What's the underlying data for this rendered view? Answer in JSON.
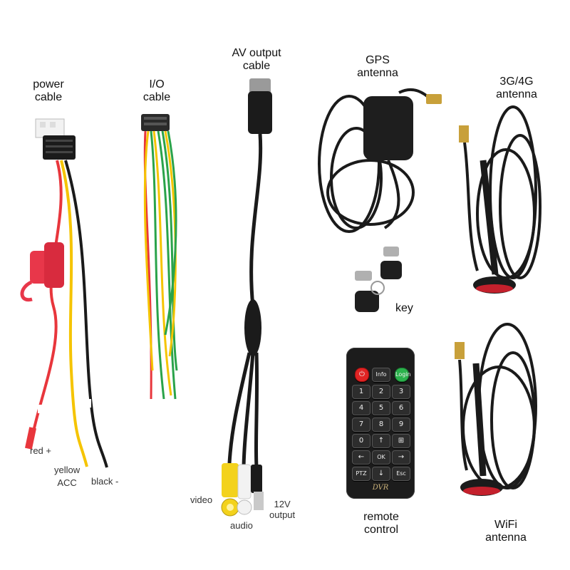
{
  "labels": {
    "power": [
      "power",
      "cable"
    ],
    "io": [
      "I/O",
      "cable"
    ],
    "av": [
      "AV output",
      "cable"
    ],
    "gps": [
      "GPS",
      "antenna"
    ],
    "g34": [
      "3G/4G",
      "antenna"
    ],
    "key": "key",
    "remote": [
      "remote",
      "control"
    ],
    "wifi": [
      "WiFi",
      "antenna"
    ],
    "red": "red +",
    "yellow": [
      "yellow",
      "ACC"
    ],
    "black": "black -",
    "video": "video",
    "audio": "audio",
    "v12": [
      "12V",
      "output"
    ]
  },
  "remote": {
    "top": {
      "power": "⏻",
      "info": "Info",
      "login": "Login"
    },
    "digits": [
      "1",
      "2",
      "3",
      "4",
      "5",
      "6",
      "7",
      "8",
      "9",
      "0"
    ],
    "arrows": {
      "up": "↑",
      "down": "↓",
      "left": "←",
      "right": "→",
      "ok": "OK",
      "grid": "⊞"
    },
    "bottom": {
      "ptz": "PTZ",
      "esc": "Esc"
    },
    "brand": "DVR"
  },
  "colors": {
    "wire_red": "#e8363c",
    "wire_yellow": "#f5c400",
    "wire_green": "#2aa34a",
    "wire_black": "#1a1a1a",
    "fuse": "#e8374a",
    "rca_yellow": "#f3d21c",
    "rca_white": "#f2f2f2"
  }
}
